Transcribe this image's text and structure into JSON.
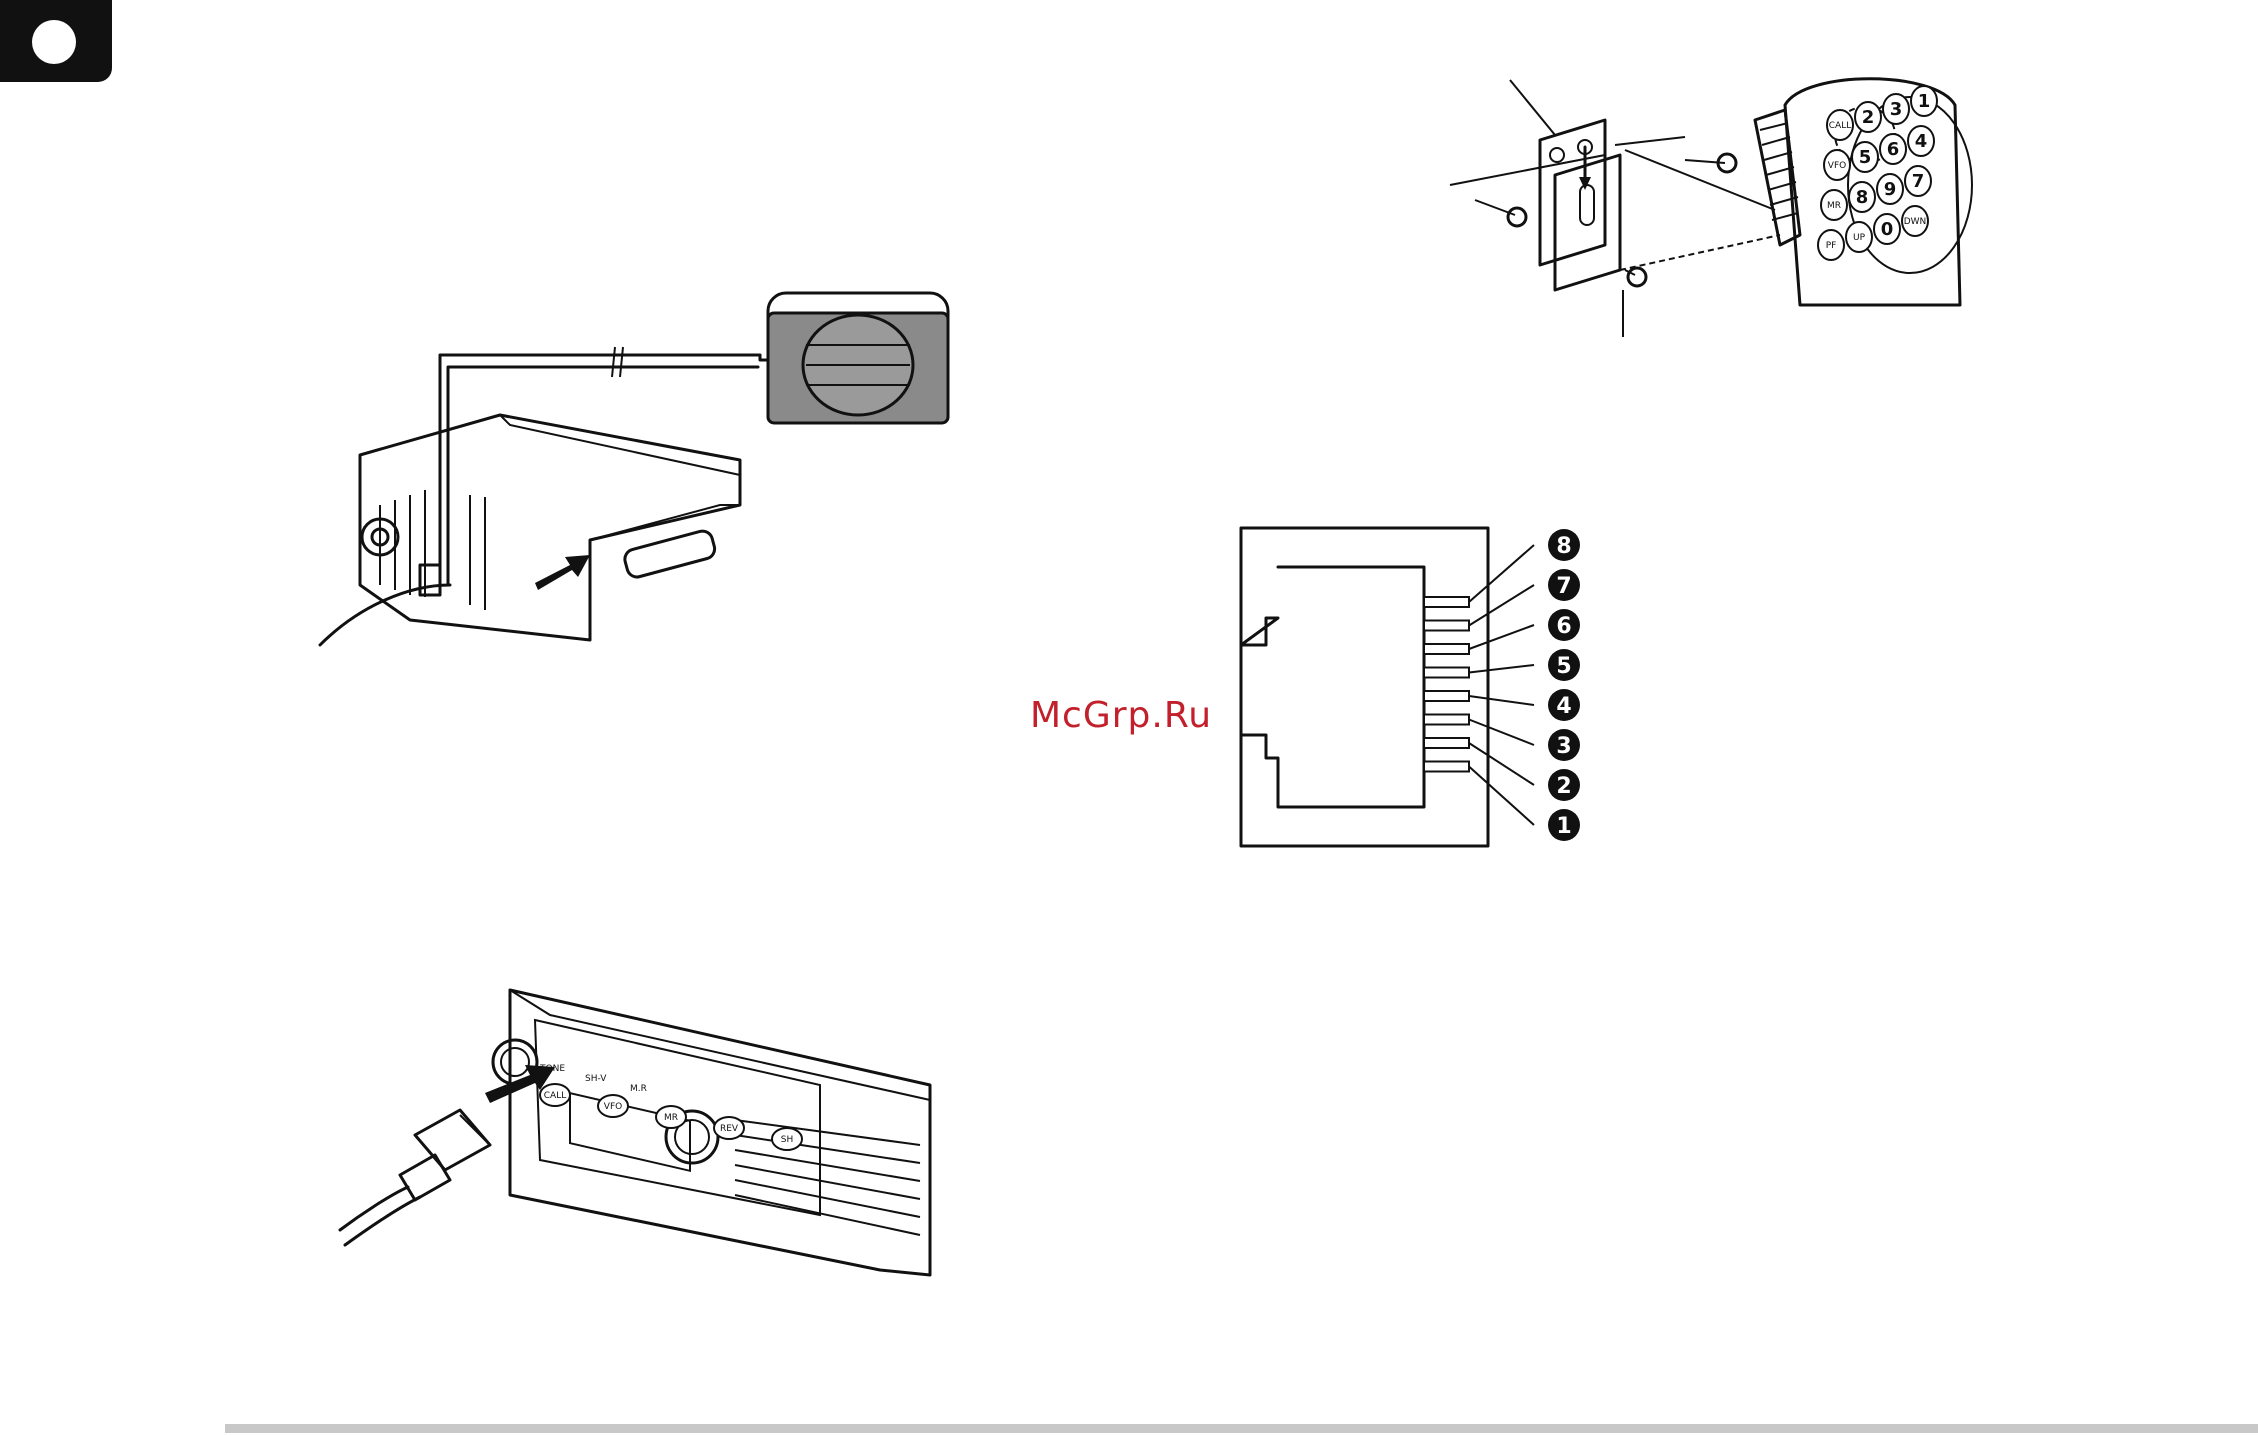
{
  "watermark": "McGrp.Ru",
  "pins": [
    "8",
    "7",
    "6",
    "5",
    "4",
    "3",
    "2",
    "1"
  ],
  "keypad": {
    "keys": [
      "CALL",
      "2",
      "3",
      "1",
      "VFO",
      "5",
      "6",
      "4",
      "MR",
      "8",
      "9",
      "7",
      "PF",
      "UP",
      "0",
      "DWN"
    ]
  },
  "front_panel": {
    "buttons": [
      "CALL",
      "VFO",
      "MR",
      "REV",
      "SH"
    ],
    "labels": [
      "TONE",
      "SH-V",
      "M.R"
    ]
  }
}
